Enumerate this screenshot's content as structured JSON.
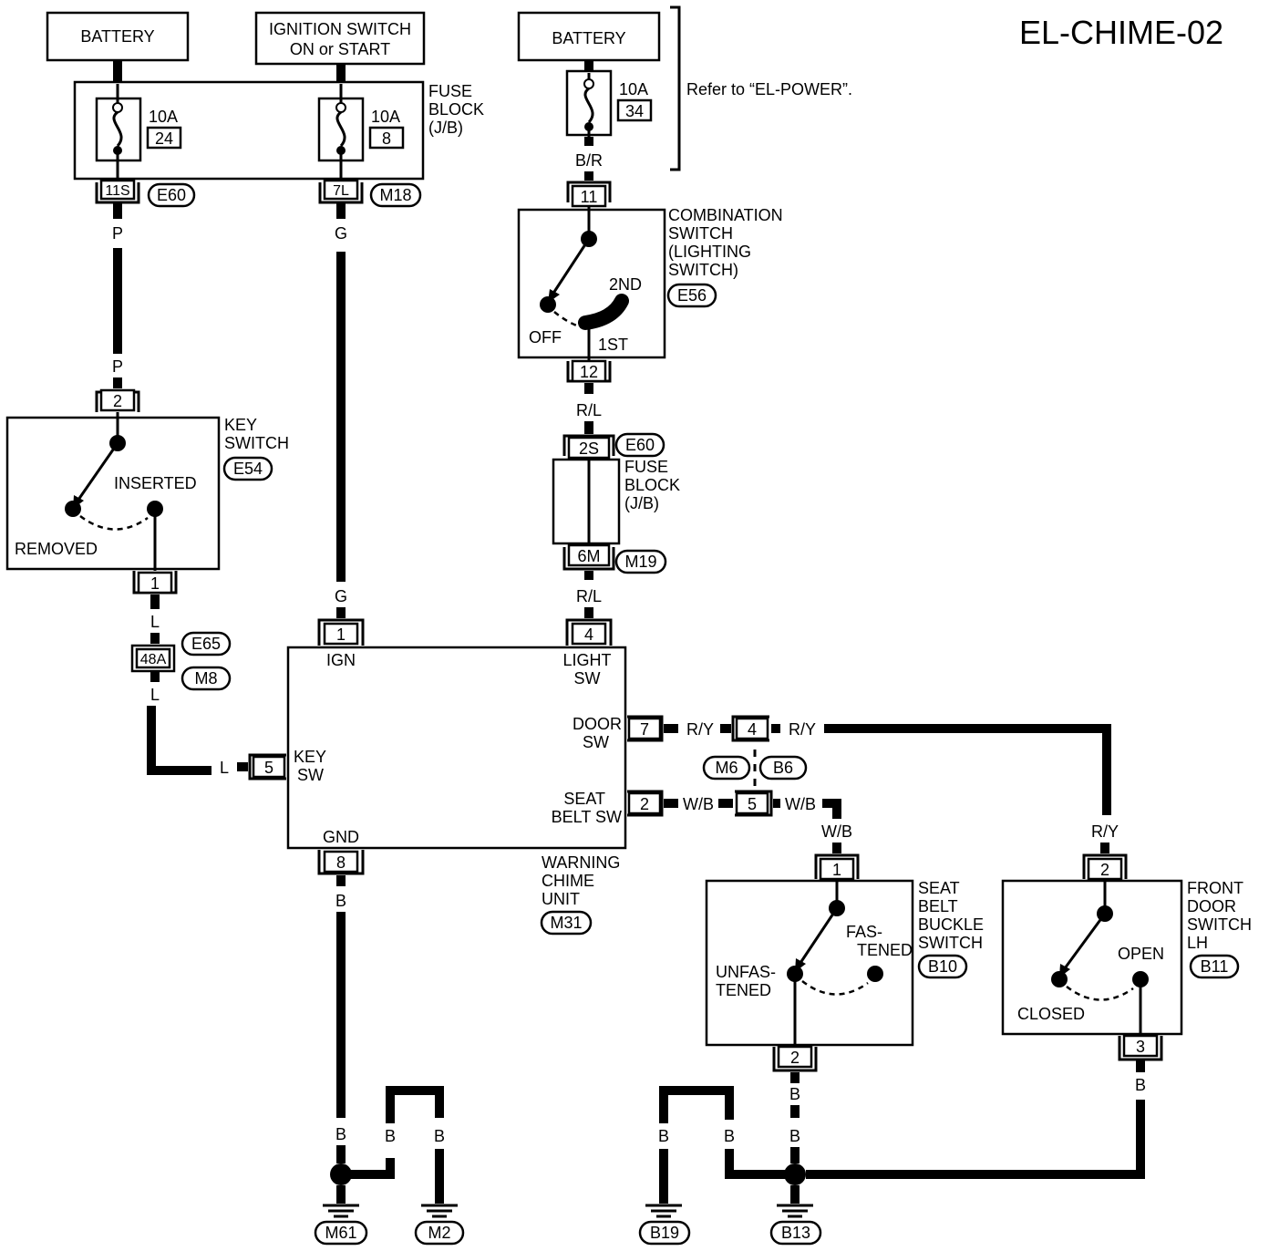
{
  "title": "EL-CHIME-02",
  "power_note": "Refer to “EL-POWER”.",
  "sources": {
    "battery_left": "BATTERY",
    "ignition_line1": "IGNITION SWITCH",
    "ignition_line2": "ON or START",
    "battery_right": "BATTERY"
  },
  "fuse_block_top": {
    "line1": "FUSE",
    "line2": "BLOCK",
    "line3": "(J/B)",
    "fuse_a": {
      "amp": "10A",
      "num": "24"
    },
    "fuse_b": {
      "amp": "10A",
      "num": "8"
    }
  },
  "fuse_right": {
    "amp": "10A",
    "num": "34"
  },
  "connectors": {
    "c11S": "11S",
    "e60a": "E60",
    "c7L": "7L",
    "m18": "M18",
    "c11": "11",
    "c12": "12",
    "c2S": "2S",
    "e60b": "E60",
    "c6M": "6M",
    "m19": "M19",
    "c48A": "48A",
    "e65": "E65",
    "m8": "M8",
    "m6": "M6",
    "b6": "B6",
    "pin4": "4",
    "pin5": "5"
  },
  "wire_colors": {
    "p": "P",
    "g": "G",
    "br": "B/R",
    "rl": "R/L",
    "l": "L",
    "ry": "R/Y",
    "wb": "W/B",
    "b": "B"
  },
  "combination_switch": {
    "lines": [
      "COMBINATION",
      "SWITCH",
      "(LIGHTING",
      "SWITCH)"
    ],
    "code": "E56",
    "off": "OFF",
    "first": "1ST",
    "second": "2ND"
  },
  "fuse_block_mid": {
    "line1": "FUSE",
    "line2": "BLOCK",
    "line3": "(J/B)"
  },
  "key_switch": {
    "lines": [
      "KEY",
      "SWITCH"
    ],
    "code": "E54",
    "inserted": "INSERTED",
    "removed": "REMOVED",
    "pin_top": "2",
    "pin_bottom": "1"
  },
  "chime_unit": {
    "lines": [
      "WARNING",
      "CHIME",
      "UNIT"
    ],
    "code": "M31",
    "ign": "IGN",
    "light1": "LIGHT",
    "light2": "SW",
    "door1": "DOOR",
    "door2": "SW",
    "seat1": "SEAT",
    "seat2": "BELT SW",
    "key1": "KEY",
    "key2": "SW",
    "gnd": "GND",
    "pin_ign": "1",
    "pin_light": "4",
    "pin_door": "7",
    "pin_seat": "2",
    "pin_key": "5",
    "pin_gnd": "8"
  },
  "seat_belt_switch": {
    "lines": [
      "SEAT",
      "BELT",
      "BUCKLE",
      "SWITCH"
    ],
    "code": "B10",
    "fastened1": "FAS-",
    "fastened2": "TENED",
    "unfastened1": "UNFAS-",
    "unfastened2": "TENED",
    "pin_top": "1",
    "pin_bottom": "2"
  },
  "door_switch": {
    "lines": [
      "FRONT",
      "DOOR",
      "SWITCH",
      "LH"
    ],
    "code": "B11",
    "open": "OPEN",
    "closed": "CLOSED",
    "pin_top": "2",
    "pin_bottom": "3"
  },
  "grounds": {
    "m61": "M61",
    "m2": "M2",
    "b19": "B19",
    "b13": "B13"
  }
}
